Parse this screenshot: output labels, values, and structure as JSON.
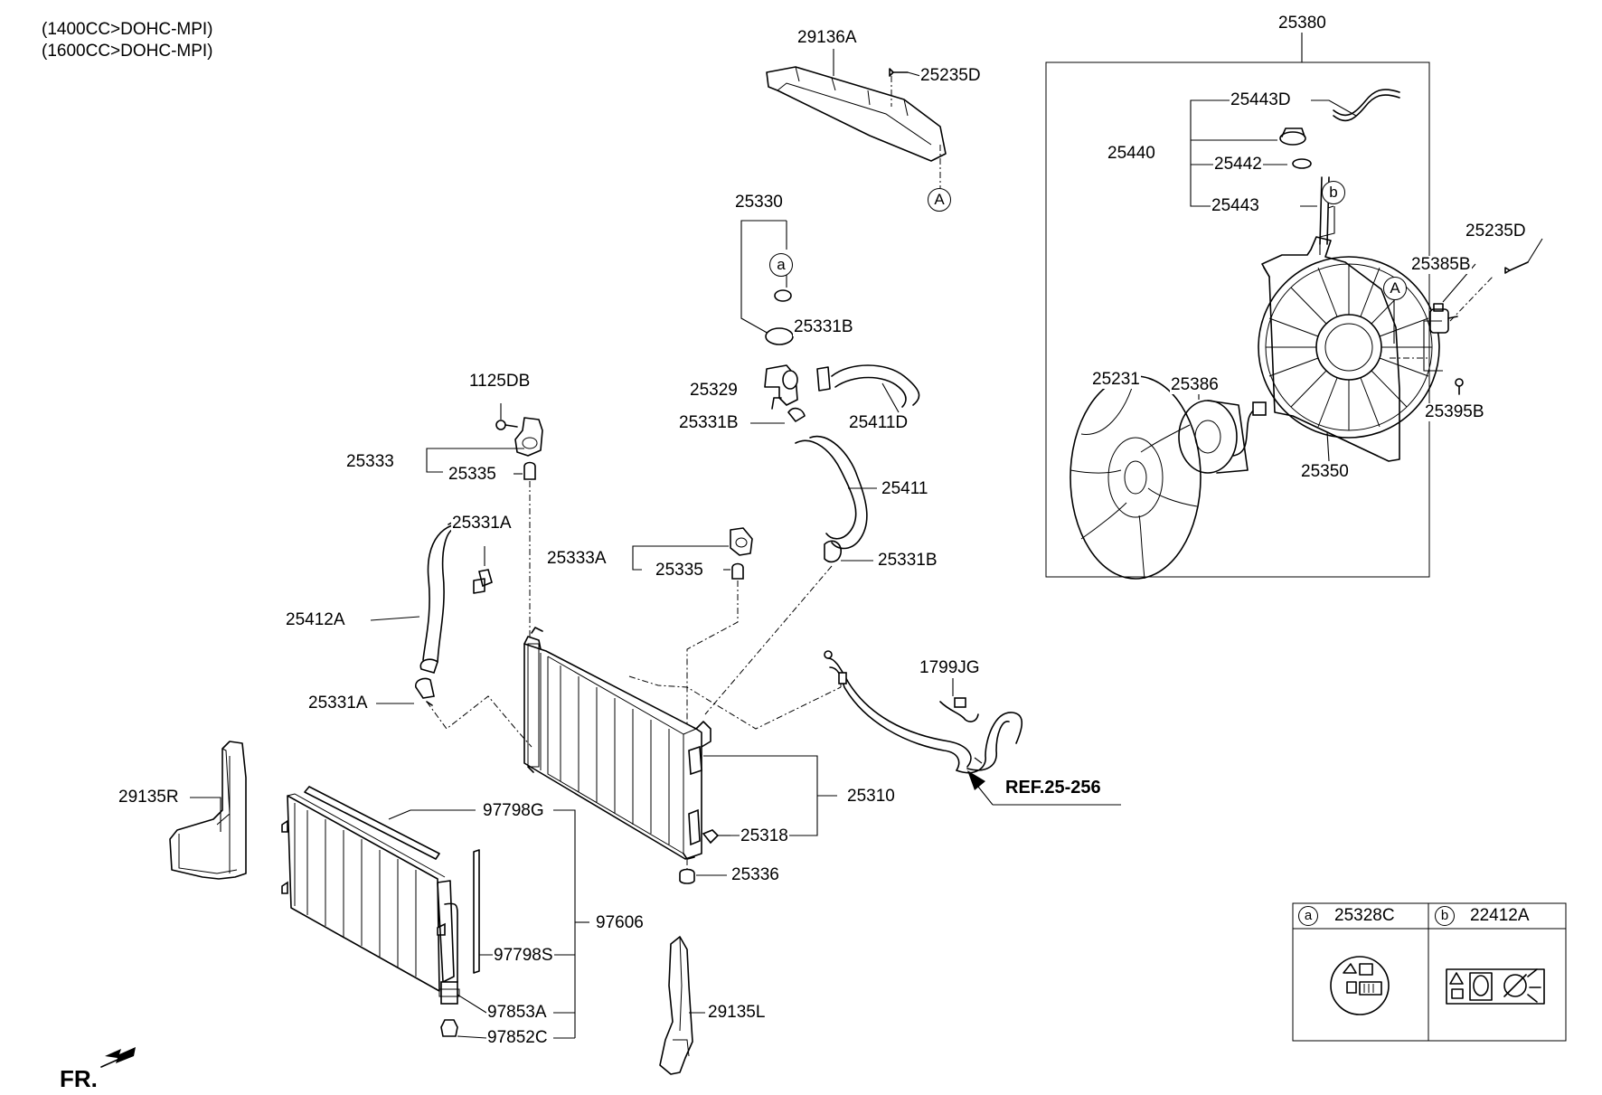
{
  "header": {
    "variant_1": "(1400CC>DOHC-MPI)",
    "variant_2": "(1600CC>DOHC-MPI)"
  },
  "callouts": {
    "a": "a",
    "b": "b",
    "A": "A"
  },
  "parts": [
    "29136A",
    "25235D",
    "25380",
    "25443D",
    "25440",
    "25442",
    "25443",
    "25235D",
    "25385B",
    "25231",
    "25386",
    "25350",
    "25395B",
    "25330",
    "25331B",
    "25329",
    "25331B",
    "25411D",
    "1125DB",
    "25333",
    "25335",
    "25411",
    "25331A",
    "25333A",
    "25335",
    "25331B",
    "25412A",
    "1799JG",
    "25331A",
    "29135R",
    "97798G",
    "25310",
    "25318",
    "25336",
    "97606",
    "97798S",
    "97853A",
    "97852C",
    "29135L"
  ],
  "ref_label": "REF.25-256",
  "fr_label": "FR.",
  "legend": {
    "a_part": "25328C",
    "b_part": "22412A"
  }
}
